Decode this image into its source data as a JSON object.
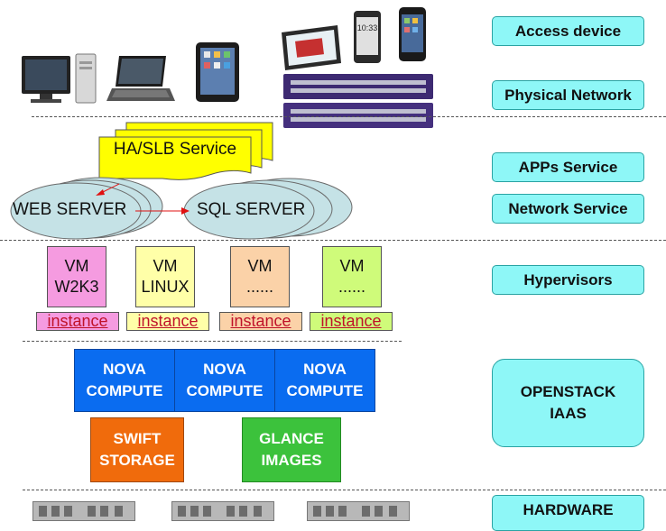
{
  "layers": {
    "access_device": "Access device",
    "physical_network": "Physical Network",
    "apps_service": "APPs Service",
    "network_service": "Network Service",
    "hypervisors": "Hypervisors",
    "openstack": [
      "OPENSTACK",
      "IAAS"
    ],
    "hardware": "HARDWARE"
  },
  "services": {
    "ha_slb": "HA/SLB Service",
    "web_server": "WEB SERVER",
    "sql_server": "SQL SERVER"
  },
  "vms": [
    {
      "line1": "VM",
      "line2": "W2K3",
      "color": "#f59be0",
      "instance": "instance",
      "instance_color": "#f59be0",
      "text_color": "#c0122a"
    },
    {
      "line1": "VM",
      "line2": "LINUX",
      "color": "#ffffa8",
      "instance": "instance",
      "instance_color": "#ffffa8",
      "text_color": "#c0122a"
    },
    {
      "line1": "VM",
      "line2": "......",
      "color": "#fbd2a8",
      "instance": "instance",
      "instance_color": "#fbd2a8",
      "text_color": "#c0122a"
    },
    {
      "line1": "VM",
      "line2": "......",
      "color": "#cffb7a",
      "instance": "instance",
      "instance_color": "#cffb7a",
      "text_color": "#c0122a"
    }
  ],
  "nova_compute": [
    {
      "line1": "NOVA",
      "line2": "COMPUTE"
    },
    {
      "line1": "NOVA",
      "line2": "COMPUTE"
    },
    {
      "line1": "NOVA",
      "line2": "COMPUTE"
    }
  ],
  "storage": {
    "swift": [
      "SWIFT",
      "STORAGE"
    ],
    "glance": [
      "GLANCE",
      "IMAGES"
    ]
  },
  "colors": {
    "label_fill": "#8ef7f7",
    "nova_fill": "#0a6cf0",
    "swift_fill": "#f06b0c",
    "glance_fill": "#3cc23c",
    "ha_fill": "#ffff00",
    "ellipse_fill": "#c5e2e6",
    "arrow": "#e01010"
  }
}
